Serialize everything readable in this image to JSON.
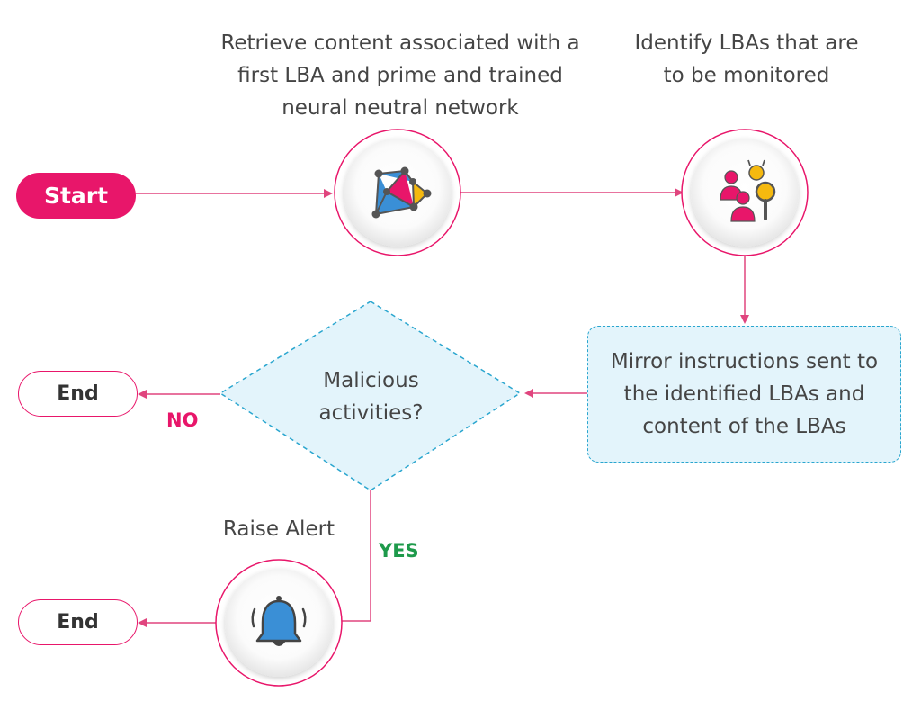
{
  "nodes": {
    "start": {
      "label": "Start"
    },
    "retrieve": {
      "text": "Retrieve content associated with a\nfirst LBA and prime and trained\nneural neutral network",
      "icon": "neural-network-icon"
    },
    "identify": {
      "text": "Identify LBAs that are\nto be monitored",
      "icon": "user-search-icon"
    },
    "mirror": {
      "text": "Mirror instructions sent to\nthe identified LBAs and\ncontent of the LBAs"
    },
    "decision": {
      "text": "Malicious\nactivities?"
    },
    "end_no": {
      "label": "End"
    },
    "alert": {
      "text": "Raise Alert",
      "icon": "bell-icon"
    },
    "end_yes": {
      "label": "End"
    }
  },
  "branches": {
    "no": "NO",
    "yes": "YES"
  },
  "colors": {
    "accent": "#e8166a",
    "connector": "#e0457e",
    "yes": "#1e9a4b",
    "decision_fill": "#e3f4fb",
    "decision_border": "#2aa6cf",
    "icon_blue": "#3a8fd6",
    "icon_yellow": "#f5b90f"
  }
}
